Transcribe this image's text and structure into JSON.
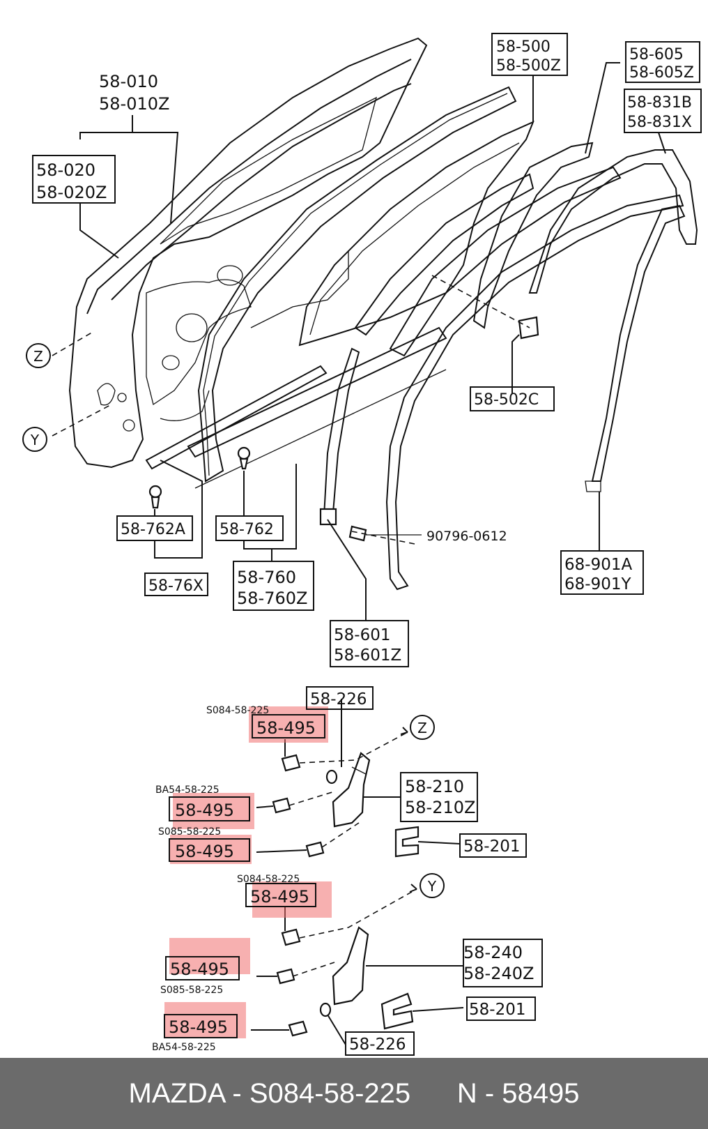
{
  "labels": {
    "p58010": [
      "58-010",
      "58-010Z"
    ],
    "p58020": [
      "58-020",
      "58-020Z"
    ],
    "p58500": [
      "58-500",
      "58-500Z"
    ],
    "p58605": [
      "58-605",
      "58-605Z"
    ],
    "p58831": [
      "58-831B",
      "58-831X"
    ],
    "p58502c": "58-502C",
    "p58762a": "58-762A",
    "p58762": "58-762",
    "p5876x": "58-76X",
    "p58760": [
      "58-760",
      "58-760Z"
    ],
    "p90796": "90796-0612",
    "p68901": [
      "68-901A",
      "68-901Y"
    ],
    "p58601": [
      "58-601",
      "58-601Z"
    ],
    "p58226a": "58-226",
    "p58210": [
      "58-210",
      "58-210Z"
    ],
    "p58201a": "58-201",
    "p58240": [
      "58-240",
      "58-240Z"
    ],
    "p58201b": "58-201",
    "p58226b": "58-226",
    "bolt_code": "58-495",
    "subs": [
      "S084-58-225",
      "BA54-58-225",
      "S085-58-225",
      "S084-58-225",
      "S085-58-225",
      "BA54-58-225"
    ],
    "markers": [
      "Z",
      "Y",
      "Z",
      "Y"
    ]
  },
  "highlight_color": "#f07070",
  "footer": {
    "brand": "MAZDA - S084-58-225",
    "number": "N - 58495"
  }
}
